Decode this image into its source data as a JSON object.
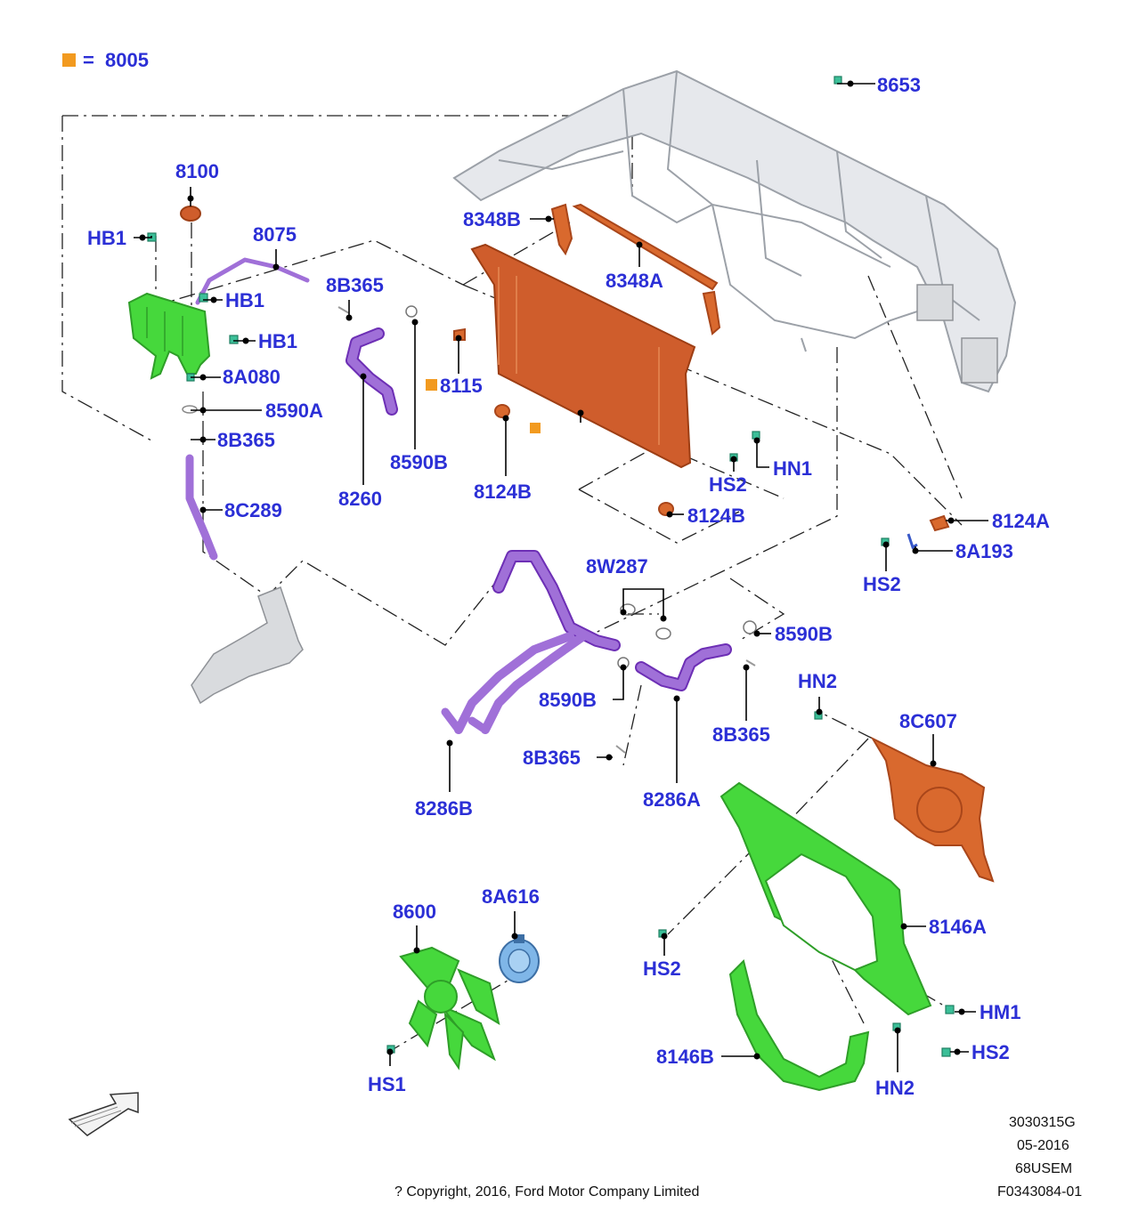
{
  "legend": {
    "marker_color": "#f29a1f",
    "equals": "=",
    "code": "8005"
  },
  "colors": {
    "label": "#2b2fd6",
    "orange_part": "#d9692e",
    "green_part": "#46d83c",
    "purple_hose": "#a070d8",
    "frame": "#e6e8ec"
  },
  "labels": {
    "l8653": "8653",
    "l8100": "8100",
    "l8075": "8075",
    "hb1_a": "HB1",
    "hb1_b": "HB1",
    "hb1_c": "HB1",
    "l8a080": "8A080",
    "l8590a": "8590A",
    "l8b365_a": "8B365",
    "l8c289": "8C289",
    "l8b365_b": "8B365",
    "l8260": "8260",
    "l8590b_a": "8590B",
    "l8348b": "8348B",
    "l8348a": "8348A",
    "l8115": "8115",
    "l8124b_a": "8124B",
    "l8124b_b": "8124B",
    "hs2_a": "HS2",
    "hn1": "HN1",
    "l8124a": "8124A",
    "l8a193": "8A193",
    "hs2_b": "HS2",
    "l8w287": "8W287",
    "l8590b_b": "8590B",
    "l8590b_c": "8590B",
    "l8b365_c": "8B365",
    "l8b365_d": "8B365",
    "l8286b": "8286B",
    "l8286a": "8286A",
    "hn2_a": "HN2",
    "l8c607": "8C607",
    "l8146a": "8146A",
    "hs2_c": "HS2",
    "hm1": "HM1",
    "hs2_d": "HS2",
    "hn2_b": "HN2",
    "l8146b": "8146B",
    "l8600": "8600",
    "l8a616": "8A616",
    "hs1": "HS1"
  },
  "footer": {
    "code1": "3030315G",
    "date": "05-2016",
    "code2": "68USEM",
    "code3": "F0343084-01",
    "copyright": "? Copyright, 2016, Ford Motor Company Limited"
  },
  "icons": [
    "direction-arrow-icon"
  ]
}
